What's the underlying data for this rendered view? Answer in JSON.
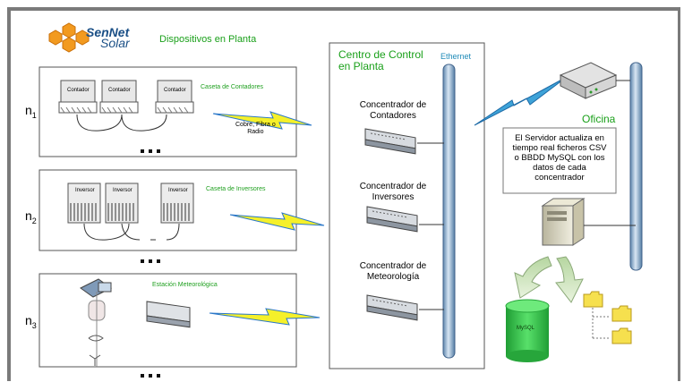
{
  "header": {
    "brand_top": "SenNet",
    "brand_bottom": "Solar",
    "title": "Dispositivos en Planta"
  },
  "rows": [
    {
      "node": "n",
      "sub": "1",
      "group_label": "Caseta de Contadores",
      "device_label": "Contador",
      "device_labels": [
        "Contador",
        "Contador",
        "Contador"
      ]
    },
    {
      "node": "n",
      "sub": "2",
      "group_label": "Caseta de Inversores",
      "device_labels": [
        "Inversor",
        "Inversor",
        "Inversor"
      ]
    },
    {
      "node": "n",
      "sub": "3",
      "group_label": "Estación Meteorológica"
    }
  ],
  "link_label": [
    "Cobre, Fibra o",
    "Radio"
  ],
  "ellipsis": "▪ ▪ ▪",
  "control": {
    "title": [
      "Centro de Control",
      "en Planta"
    ],
    "ethernet": "Ethernet",
    "concentrators": [
      [
        "Concentrador de",
        "Contadores"
      ],
      [
        "Concentrador de",
        "Inversores"
      ],
      [
        "Concentrador de",
        "Meteorología"
      ]
    ]
  },
  "office": {
    "title": "Oficina",
    "server_text": [
      "El Servidor actualiza en",
      "tiempo real ficheros CSV",
      "o BBDD MySQL con los",
      "datos de cada",
      "concentrador"
    ],
    "db_label": "MySQL"
  },
  "colors": {
    "frame": "#7a7a7a",
    "accent_green": "#1aa01a",
    "accent_blue": "#1f8bb8",
    "bus": "#8fb0cf",
    "brand_orange": "#f29a1f",
    "db_green": "#35c94a"
  }
}
